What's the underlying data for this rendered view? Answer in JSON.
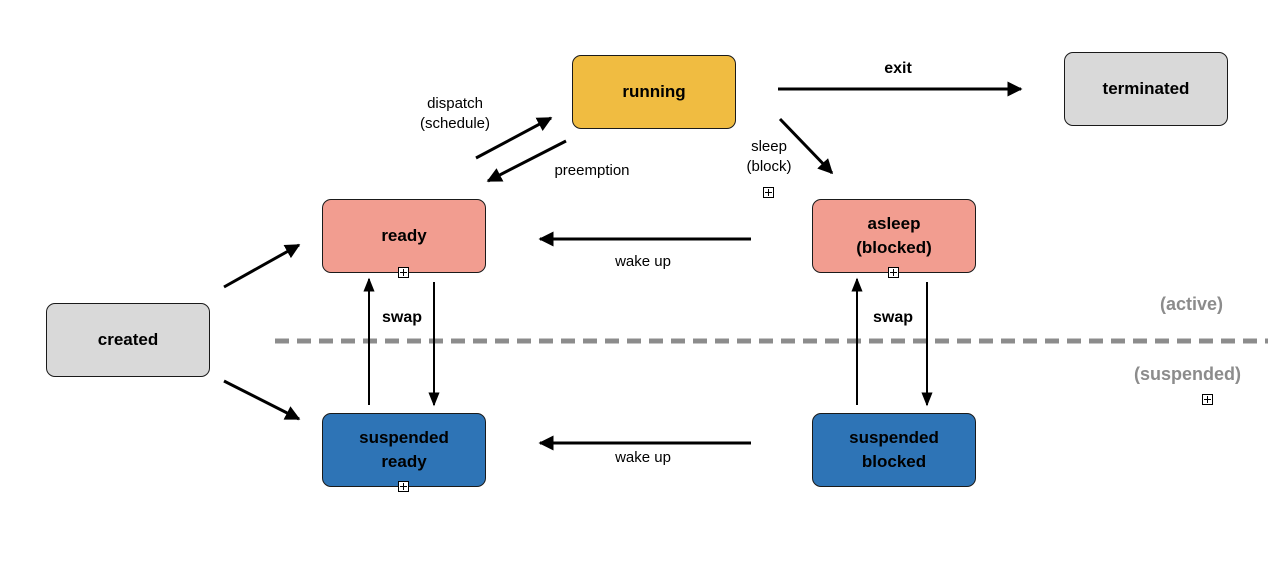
{
  "nodes": {
    "running": "running",
    "terminated": "terminated",
    "ready": "ready",
    "asleep": "asleep\n(blocked)",
    "created": "created",
    "suspended_ready": "suspended\nready",
    "suspended_blocked": "suspended\nblocked"
  },
  "edges": {
    "exit": "exit",
    "dispatch": "dispatch\n(schedule)",
    "preemption": "preemption",
    "sleep": "sleep\n(block)",
    "wake_up_top": "wake up",
    "wake_up_bottom": "wake up",
    "swap_left": "swap",
    "swap_right": "swap"
  },
  "zones": {
    "active": "(active)",
    "suspended": "(suspended)"
  },
  "colors": {
    "gray": "#d9d9d9",
    "running": "#f0bc41",
    "active_state": "#f29d90",
    "suspended_state": "#2e74b6",
    "divider": "#8c8c8c"
  }
}
